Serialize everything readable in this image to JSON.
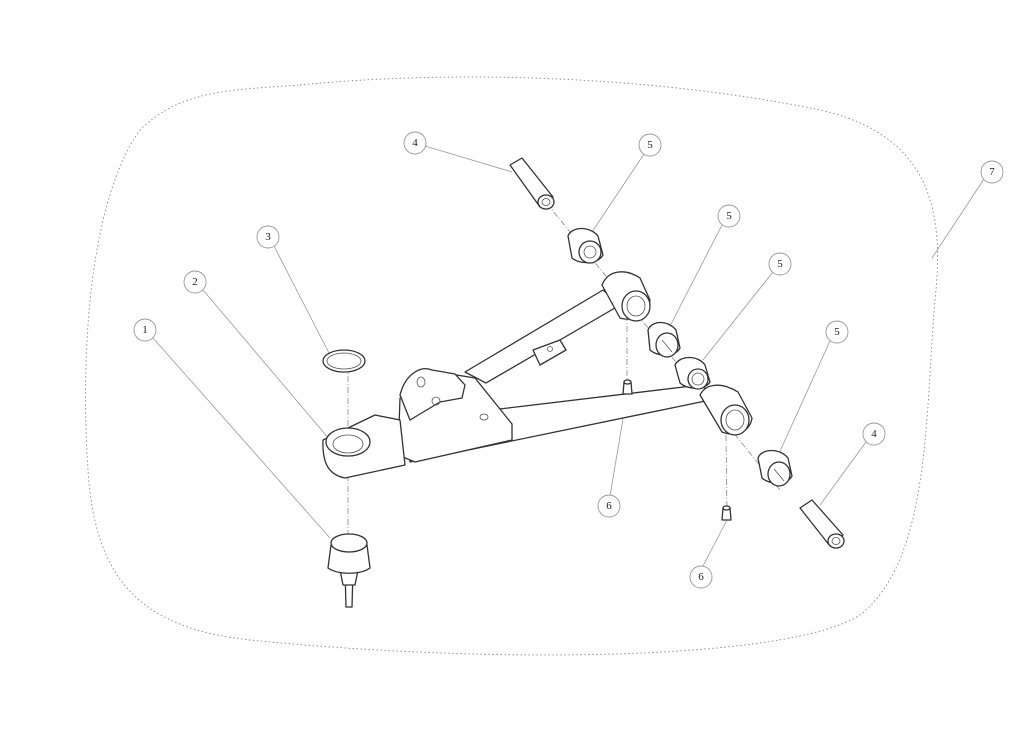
{
  "diagram": {
    "type": "exploded-parts-view",
    "callouts": [
      {
        "id": "c1",
        "label": "1"
      },
      {
        "id": "c2",
        "label": "2"
      },
      {
        "id": "c3",
        "label": "3"
      },
      {
        "id": "c4a",
        "label": "4"
      },
      {
        "id": "c5a",
        "label": "5"
      },
      {
        "id": "c5b",
        "label": "5"
      },
      {
        "id": "c5c",
        "label": "5"
      },
      {
        "id": "c5d",
        "label": "5"
      },
      {
        "id": "c4b",
        "label": "4"
      },
      {
        "id": "c6a",
        "label": "6"
      },
      {
        "id": "c6b",
        "label": "6"
      },
      {
        "id": "c7",
        "label": "7"
      }
    ]
  }
}
